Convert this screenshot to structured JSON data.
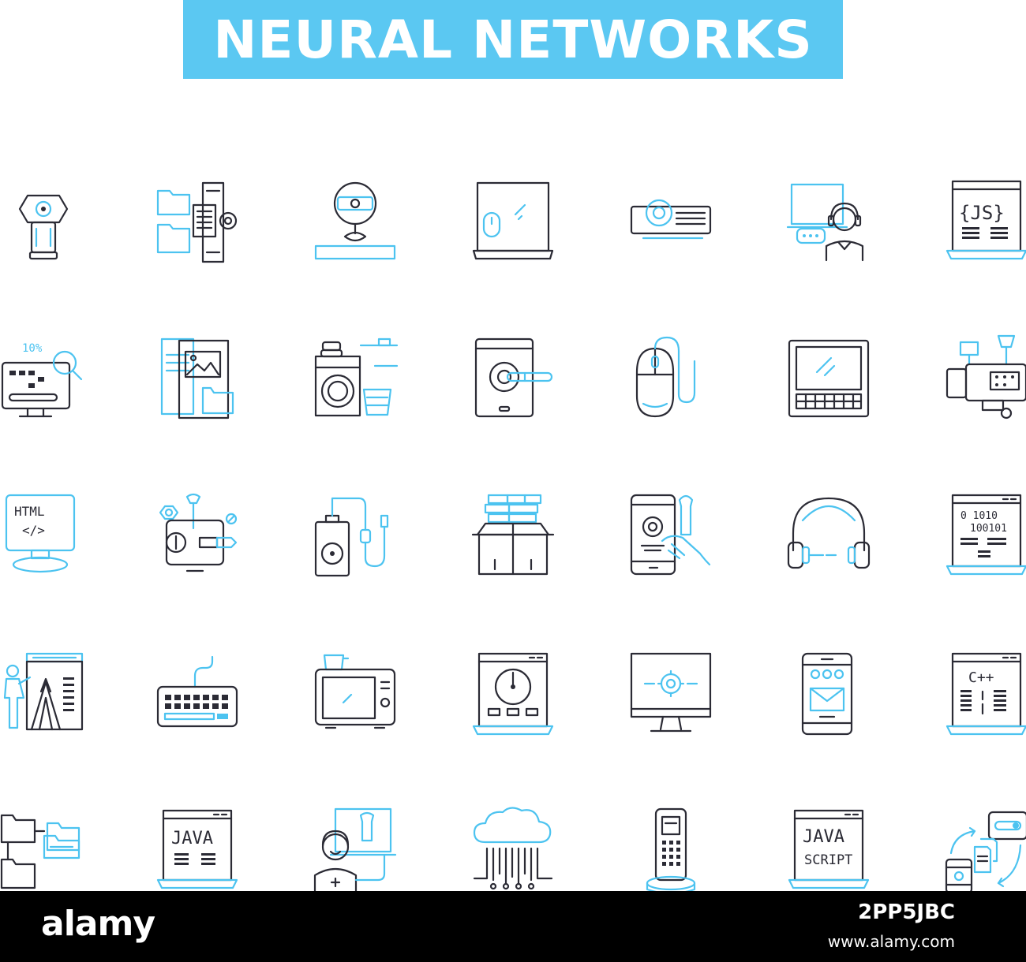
{
  "title": "NEURAL NETWORKS",
  "colors": {
    "accent": "#5bc8f2",
    "line": "#2b2b35",
    "footer": "#000000"
  },
  "icons": [
    [
      "usb-drive-icon",
      "folder-structure-icon",
      "webcam-icon",
      "laptop-mouse-icon",
      "projector-icon",
      "support-operator-icon",
      "javascript-laptop-icon"
    ],
    [
      "analytics-monitor-icon",
      "image-files-icon",
      "washing-machine-icon",
      "tablet-key-icon",
      "computer-mouse-icon",
      "keyboard-tablet-icon",
      "video-camera-icon"
    ],
    [
      "html-monitor-icon",
      "hardware-repair-icon",
      "hard-drive-cable-icon",
      "package-box-icon",
      "mobile-settings-icon",
      "headphones-icon",
      "binary-code-icon"
    ],
    [
      "presentation-growth-icon",
      "keyboard-icon",
      "microwave-icon",
      "speedometer-laptop-icon",
      "monitor-gear-icon",
      "mobile-email-icon",
      "cpp-code-icon"
    ],
    [
      "folder-network-icon",
      "java-laptop-icon",
      "technician-icon",
      "cloud-network-icon",
      "cordless-phone-icon",
      "javascript-screen-icon",
      "data-transfer-icon"
    ]
  ],
  "icon_text": {
    "js": "{JS}",
    "percent": "10%",
    "html": "HTML",
    "html_tag": "</>",
    "binary_1": "0 1010",
    "binary_2": "100101",
    "cpp": "C++",
    "java": "JAVA",
    "javascript_1": "JAVA",
    "javascript_2": "SCRIPT"
  },
  "footer": {
    "brand": "alamy",
    "image_id": "2PP5JBC",
    "site": "www.alamy.com"
  }
}
